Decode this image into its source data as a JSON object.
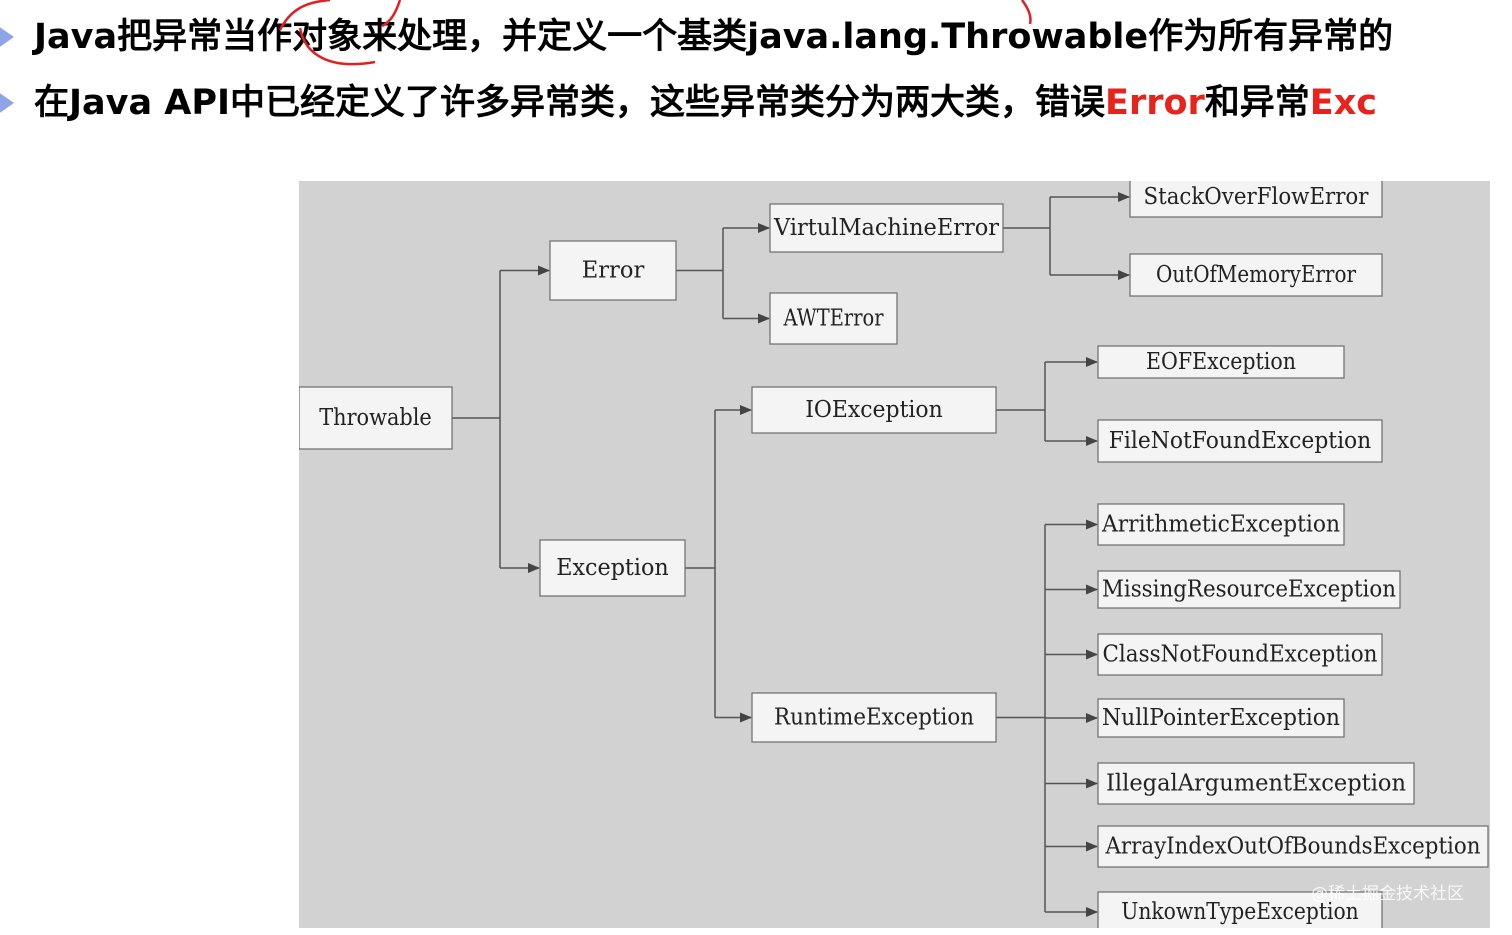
{
  "bullets": [
    {
      "parts": [
        {
          "text": "Java把异常当作对象来处理，并定义一个基类java.lang.Throwable作为所有异常的",
          "color": "#000000"
        }
      ]
    },
    {
      "parts": [
        {
          "text": "在Java API中已经定义了许多异常类，这些异常类分为两大类，错误",
          "color": "#000000"
        },
        {
          "text": "Error",
          "color": "#e8231c"
        },
        {
          "text": "和异常",
          "color": "#000000"
        },
        {
          "text": "Exc",
          "color": "#e8231c"
        }
      ]
    }
  ],
  "hierarchy": {
    "nodes": [
      {
        "id": "throwable",
        "label": "Throwable"
      },
      {
        "id": "error",
        "label": "Error"
      },
      {
        "id": "exception",
        "label": "Exception"
      },
      {
        "id": "vme",
        "label": "VirtulMachineError"
      },
      {
        "id": "awt",
        "label": "AWTError"
      },
      {
        "id": "so",
        "label": "StackOverFlowError"
      },
      {
        "id": "oom",
        "label": "OutOfMemoryError"
      },
      {
        "id": "io",
        "label": "IOException"
      },
      {
        "id": "rt",
        "label": "RuntimeException"
      },
      {
        "id": "eof",
        "label": "EOFException"
      },
      {
        "id": "fnf",
        "label": "FileNotFoundException"
      },
      {
        "id": "arith",
        "label": "ArrithmeticException"
      },
      {
        "id": "mre",
        "label": "MissingResourceException"
      },
      {
        "id": "cnf",
        "label": "ClassNotFoundException"
      },
      {
        "id": "npe",
        "label": "NullPointerException"
      },
      {
        "id": "iae",
        "label": "IllegalArgumentException"
      },
      {
        "id": "aioobe",
        "label": "ArrayIndexOutOfBoundsException"
      },
      {
        "id": "ute",
        "label": "UnkownTypeException"
      }
    ],
    "edges": [
      [
        "throwable",
        "error"
      ],
      [
        "throwable",
        "exception"
      ],
      [
        "error",
        "vme"
      ],
      [
        "error",
        "awt"
      ],
      [
        "vme",
        "so"
      ],
      [
        "vme",
        "oom"
      ],
      [
        "exception",
        "io"
      ],
      [
        "exception",
        "rt"
      ],
      [
        "io",
        "eof"
      ],
      [
        "io",
        "fnf"
      ],
      [
        "rt",
        "arith"
      ],
      [
        "rt",
        "mre"
      ],
      [
        "rt",
        "cnf"
      ],
      [
        "rt",
        "npe"
      ],
      [
        "rt",
        "iae"
      ],
      [
        "rt",
        "aioobe"
      ],
      [
        "rt",
        "ute"
      ]
    ]
  },
  "watermark": "@稀土掘金技术社区",
  "colors": {
    "accent_red": "#e8231c",
    "bullet": "#8fa3e8",
    "diagram_bg": "#d2d2d2",
    "annotation": "#e02020"
  }
}
